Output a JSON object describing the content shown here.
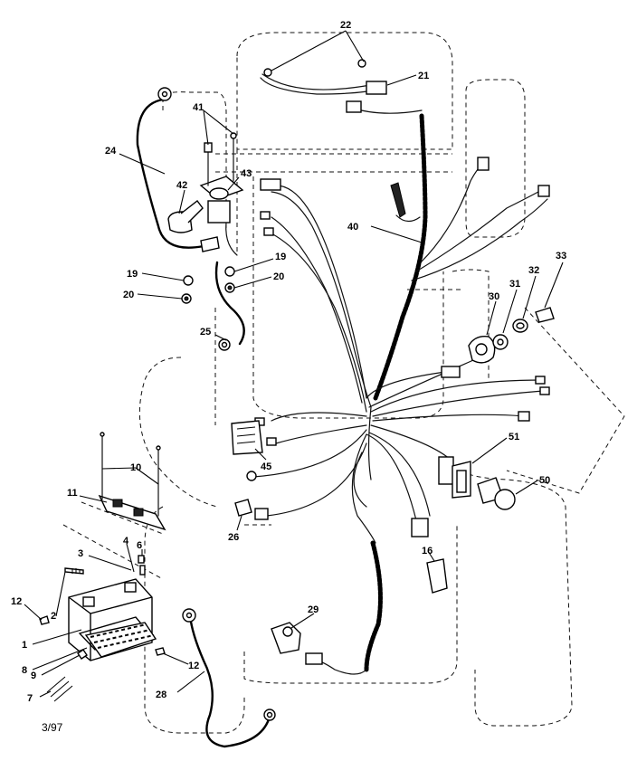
{
  "callouts": [
    {
      "id": "c1",
      "label": "1"
    },
    {
      "id": "c2",
      "label": "2"
    },
    {
      "id": "c3",
      "label": "3"
    },
    {
      "id": "c4",
      "label": "4"
    },
    {
      "id": "c6",
      "label": "6"
    },
    {
      "id": "c7",
      "label": "7"
    },
    {
      "id": "c8",
      "label": "8"
    },
    {
      "id": "c9",
      "label": "9"
    },
    {
      "id": "c10",
      "label": "10"
    },
    {
      "id": "c11",
      "label": "11"
    },
    {
      "id": "c12a",
      "label": "12"
    },
    {
      "id": "c12b",
      "label": "12"
    },
    {
      "id": "c16",
      "label": "16"
    },
    {
      "id": "c19a",
      "label": "19"
    },
    {
      "id": "c19b",
      "label": "19"
    },
    {
      "id": "c20a",
      "label": "20"
    },
    {
      "id": "c20b",
      "label": "20"
    },
    {
      "id": "c21",
      "label": "21"
    },
    {
      "id": "c22",
      "label": "22"
    },
    {
      "id": "c24",
      "label": "24"
    },
    {
      "id": "c25",
      "label": "25"
    },
    {
      "id": "c26",
      "label": "26"
    },
    {
      "id": "c28",
      "label": "28"
    },
    {
      "id": "c29",
      "label": "29"
    },
    {
      "id": "c30",
      "label": "30"
    },
    {
      "id": "c31",
      "label": "31"
    },
    {
      "id": "c32",
      "label": "32"
    },
    {
      "id": "c33",
      "label": "33"
    },
    {
      "id": "c40",
      "label": "40"
    },
    {
      "id": "c41",
      "label": "41"
    },
    {
      "id": "c42",
      "label": "42"
    },
    {
      "id": "c43",
      "label": "43"
    },
    {
      "id": "c45",
      "label": "45"
    },
    {
      "id": "c50",
      "label": "50"
    },
    {
      "id": "c51",
      "label": "51"
    }
  ],
  "footer": {
    "date_code": "3/97"
  }
}
